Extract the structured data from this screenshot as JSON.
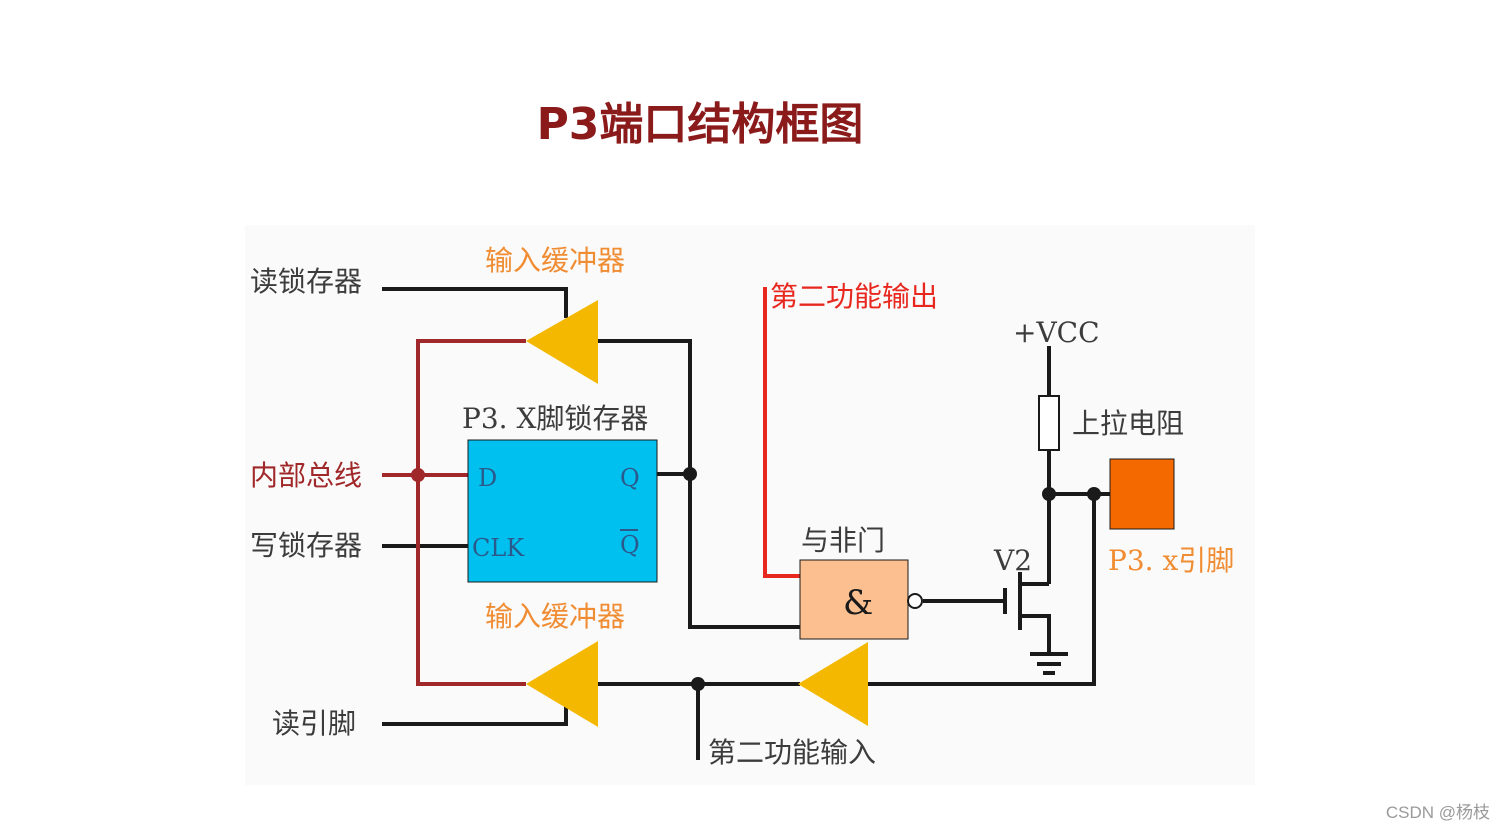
{
  "title": "P3端口结构框图",
  "labels": {
    "read_latch": "读锁存器",
    "internal_bus": "内部总线",
    "write_latch": "写锁存器",
    "read_pin": "读引脚",
    "input_buffer_top": "输入缓冲器",
    "input_buffer_bottom": "输入缓冲器",
    "latch_title": "P3. X脚锁存器",
    "second_func_out": "第二功能输出",
    "second_func_in": "第二功能输入",
    "nand_gate": "与非门",
    "vcc": "+VCC",
    "pullup": "上拉电阻",
    "v2": "V2",
    "pin_name": "P3. x引脚"
  },
  "latch_pins": {
    "d": "D",
    "clk": "CLK",
    "q": "Q",
    "qbar": "Q"
  },
  "gate_symbol": "&",
  "watermark": "CSDN @杨枝",
  "colors": {
    "title": "#8b1a1a",
    "bus_red": "#a0282a",
    "second_output_red": "#e8281e",
    "buffer_yellow": "#f5b800",
    "latch_cyan": "#00c0f0",
    "gate_peach": "#fbbf90",
    "pin_orange": "#f56a00",
    "label_orange": "#f08c32"
  }
}
